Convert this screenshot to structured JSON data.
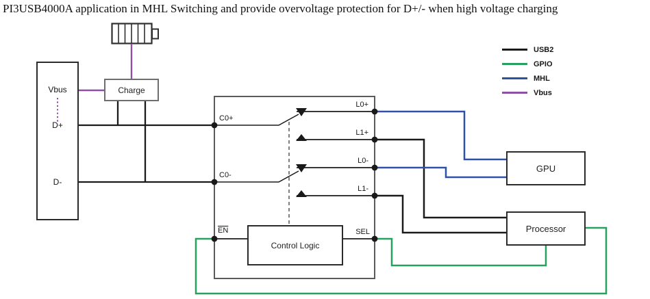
{
  "title": "PI3USB4000A application in MHL Switching and provide overvoltage protection for D+/- when high voltage charging",
  "blocks": {
    "charge": "Charge",
    "control_logic": "Control Logic",
    "gpu": "GPU",
    "processor": "Processor"
  },
  "device_pins": {
    "vbus": "Vbus",
    "dplus": "D+",
    "dminus": "D-"
  },
  "switch_pins": {
    "c0p": "C0+",
    "c0m": "C0-",
    "l0p": "L0+",
    "l1p": "L1+",
    "l0m": "L0-",
    "l1m": "L1-",
    "en": "EN",
    "sel": "SEL"
  },
  "legend": {
    "items": [
      {
        "key": "usb2",
        "label": "USB2",
        "color": "#1a1a1a"
      },
      {
        "key": "gpio",
        "label": "GPIO",
        "color": "#27a25e"
      },
      {
        "key": "mhl",
        "label": "MHL",
        "color": "#2e51a3"
      },
      {
        "key": "vbus",
        "label": "Vbus",
        "color": "#8e4fa5"
      }
    ]
  }
}
